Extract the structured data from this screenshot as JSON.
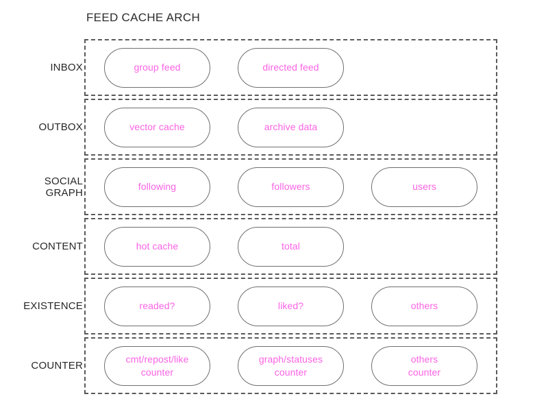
{
  "diagram": {
    "title": "FEED CACHE ARCH",
    "accent_color": "#fb63e4",
    "border_color": "#595959",
    "pill_border_color": "#6e6e6e",
    "label_color": "#272727",
    "background_color": "#ffffff",
    "type": "layered-block-diagram",
    "rows": [
      {
        "label": "INBOX",
        "items": [
          {
            "text": "group feed"
          },
          {
            "text": "directed feed"
          }
        ]
      },
      {
        "label": "OUTBOX",
        "items": [
          {
            "text": "vector cache"
          },
          {
            "text": "archive data"
          }
        ]
      },
      {
        "label": "SOCIAL\nGRAPH",
        "items": [
          {
            "text": "following"
          },
          {
            "text": "followers"
          },
          {
            "text": "users"
          }
        ]
      },
      {
        "label": "CONTENT",
        "items": [
          {
            "text": "hot cache"
          },
          {
            "text": "total"
          }
        ]
      },
      {
        "label": "EXISTENCE",
        "items": [
          {
            "text": "readed?"
          },
          {
            "text": "liked?"
          },
          {
            "text": "others"
          }
        ]
      },
      {
        "label": "COUNTER",
        "items": [
          {
            "text": "cmt/repost/like\ncounter"
          },
          {
            "text": "graph/statuses\ncounter"
          },
          {
            "text": "others\ncounter"
          }
        ]
      }
    ]
  }
}
